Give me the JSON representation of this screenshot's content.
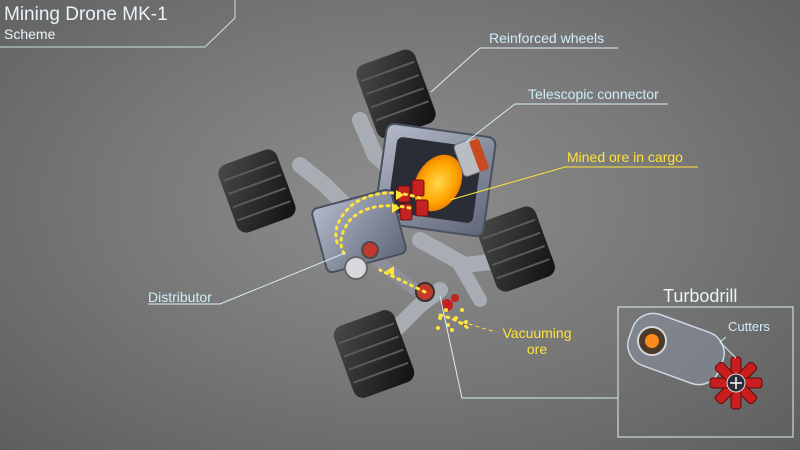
{
  "header": {
    "title": "Mining Drone MK-1",
    "subtitle": "Scheme"
  },
  "labels": {
    "reinforced_wheels": "Reinforced wheels",
    "telescopic_connector": "Telescopic connector",
    "mined_ore": "Mined ore in cargo",
    "distributor": "Distributor",
    "vacuuming_line1": "Vacuuming",
    "vacuuming_line2": "ore"
  },
  "inset": {
    "title": "Turbodrill",
    "cutters": "Cutters"
  },
  "colors": {
    "label_text": "#cfeefa",
    "highlight": "#ffe23a",
    "leader": "#d7f0f8",
    "ore": "#ff9a00",
    "cutter": "#d21f1f"
  }
}
